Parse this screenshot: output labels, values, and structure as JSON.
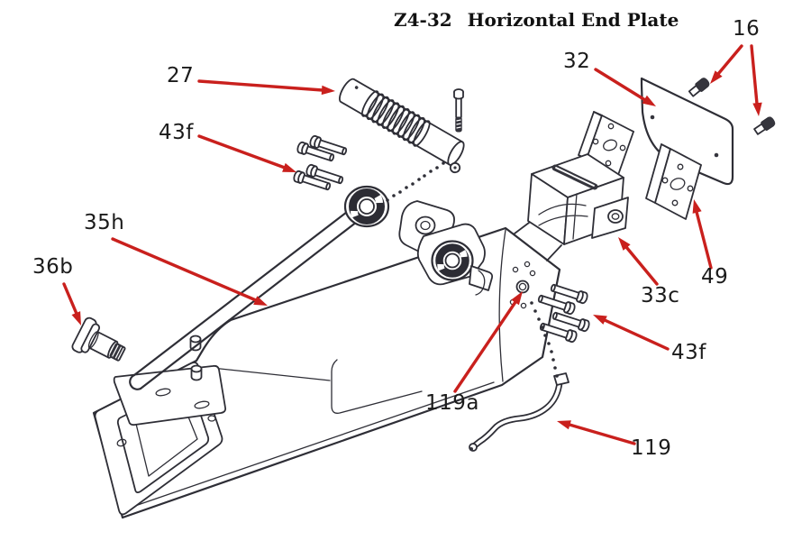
{
  "header": {
    "title_code": "Z4-32",
    "title_text": "Horizontal End Plate"
  },
  "colors": {
    "background": "#ffffff",
    "line": "#2e2e36",
    "label": "#1b1b1b",
    "arrow": "#c9201d"
  },
  "callouts": {
    "c27": {
      "label": "27"
    },
    "c43f_upper": {
      "label": "43f"
    },
    "c35h": {
      "label": "35h"
    },
    "c36b": {
      "label": "36b"
    },
    "c32": {
      "label": "32"
    },
    "c16": {
      "label": "16"
    },
    "c49": {
      "label": "49"
    },
    "c33c": {
      "label": "33c"
    },
    "c43f_lower": {
      "label": "43f"
    },
    "c119a": {
      "label": "119a"
    },
    "c119": {
      "label": "119"
    }
  }
}
